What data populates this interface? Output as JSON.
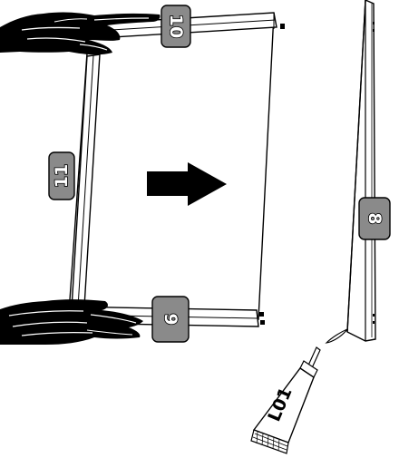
{
  "parts": {
    "top_rail_label": "10",
    "left_post_label": "11",
    "bottom_rail_label": "9",
    "side_panel_label": "8"
  },
  "glue": {
    "tube_label": "L01"
  },
  "colors": {
    "badge_fill": "#8a8a8a",
    "outline": "#000000",
    "background": "#ffffff"
  },
  "icons": [
    "hand-icon",
    "hand-icon",
    "arrow-right-icon",
    "glue-tube-icon"
  ]
}
